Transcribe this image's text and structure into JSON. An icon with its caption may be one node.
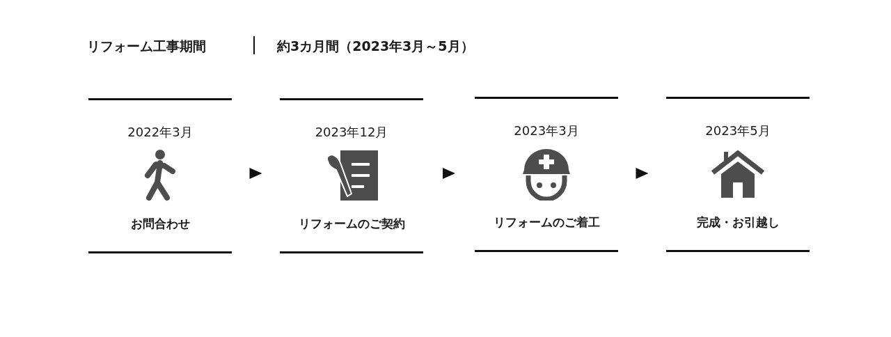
{
  "diagram": {
    "title": "リフォーム工事期間",
    "nodes": [
      {
        "text": [
          "2022年3月",
          "お問合わせ"
        ]
      },
      {
        "text": [
          "2023年12月",
          "リフォームのご契約"
        ]
      },
      {
        "text": [
          "2023年3月",
          "リフォームのご着工"
        ]
      },
      {
        "text": [
          "2023年5月",
          "完成・お引越し"
        ]
      }
    ],
    "edges": [
      {
        "from": 0,
        "to": 1,
        "arrow": "to"
      },
      {
        "from": 1,
        "to": 2,
        "arrow": "to"
      },
      {
        "from": 2,
        "to": 3,
        "arrow": "to"
      }
    ],
    "labels": [
      "約3カ月間（2023年3月～5月）"
    ]
  }
}
